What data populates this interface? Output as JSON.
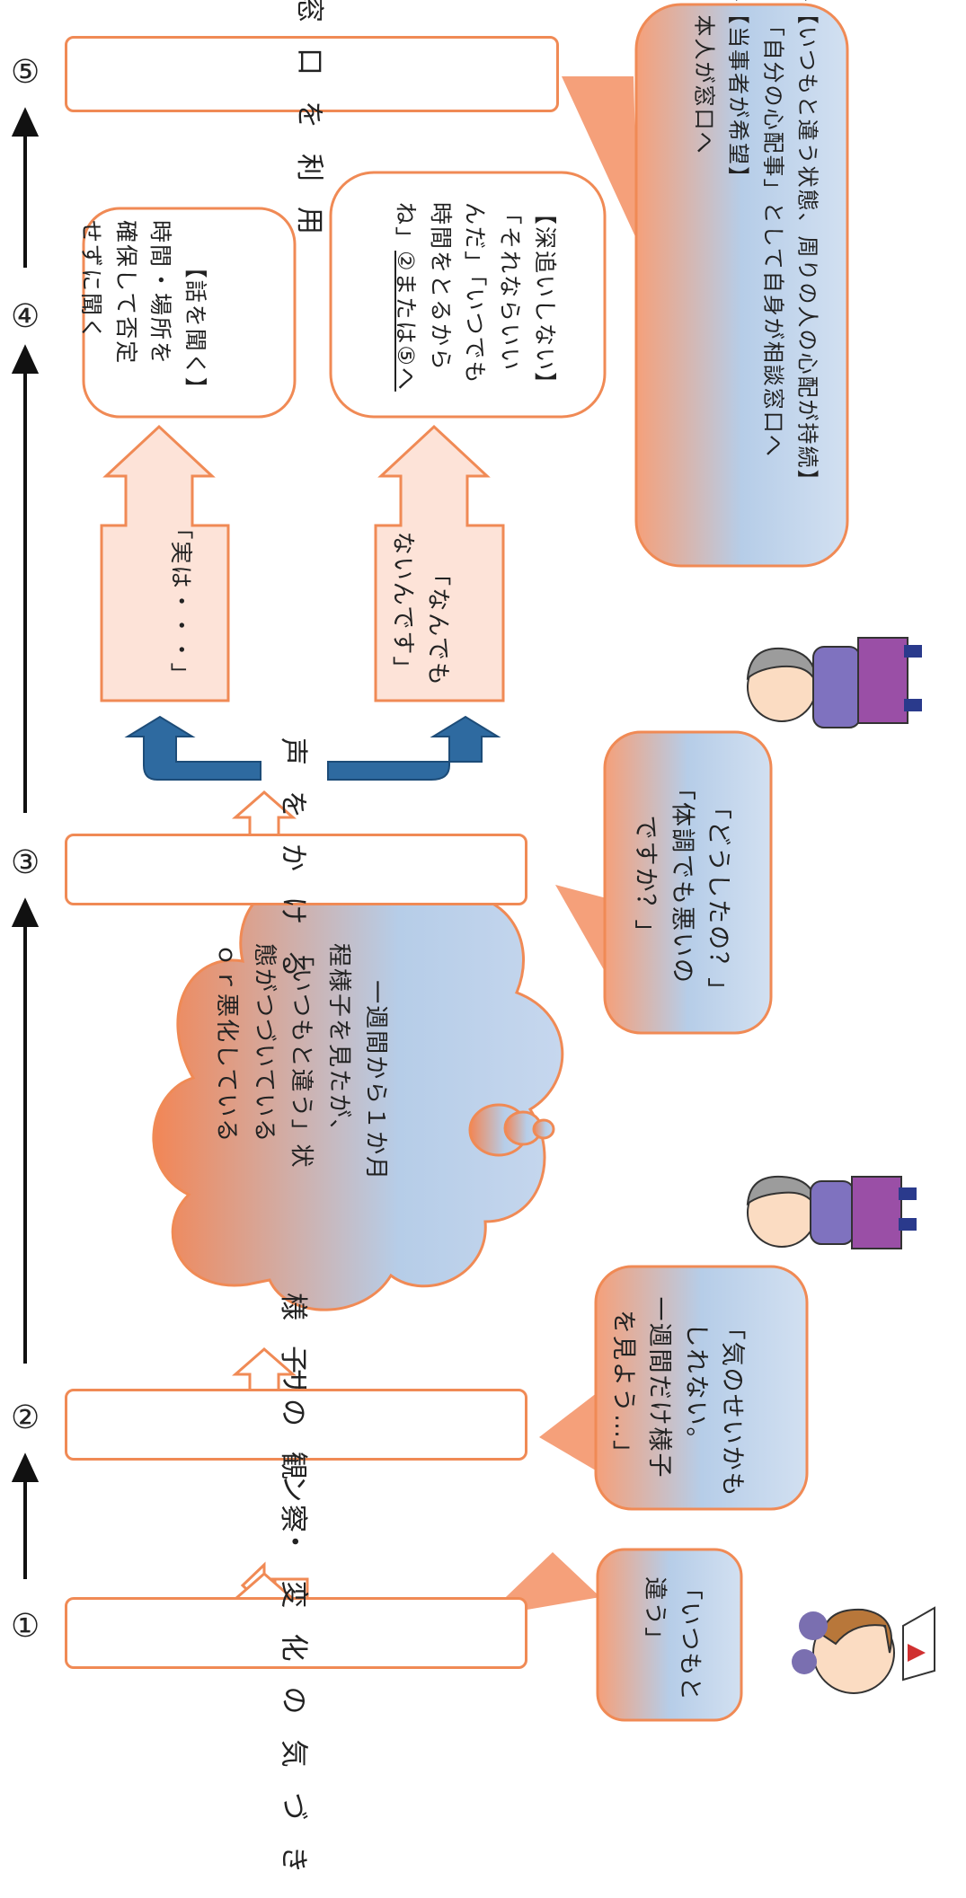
{
  "steps": [
    {
      "num": "①",
      "label": "サイン・変化の気づき"
    },
    {
      "num": "②",
      "label": "様子の観察"
    },
    {
      "num": "③",
      "label": "声をかける"
    },
    {
      "num": "④",
      "label": ""
    },
    {
      "num": "⑤",
      "label": "相談窓口を利用"
    }
  ],
  "speech": {
    "s1": "「いつもと\n違う」",
    "s2": "「気のせいかも\nしれない。\n一週間だけ様子\nを見よう…」",
    "s3": "「どうしたの？」\n「体調でも悪いの\nですか？」"
  },
  "thought": "一週間から１か月\n程様子を見たが、\n「いつもと違う」状\n態がつづいている\nｏｒ悪化している",
  "responses": {
    "yes": "「実は・・・」",
    "no": "「なんでも\nないんです」"
  },
  "step4": {
    "listen": "【話を聞く】\n時間・場所を\n確保して否定\nせずに聞く",
    "no_push_lines": [
      "【深追いしない】",
      "「それならいい",
      "んだ」「いつでも",
      "時間をとるから",
      "ね」"
    ],
    "no_push_tail": "②または⑤へ"
  },
  "step5_note": {
    "line1": "◆【いつもと違う状態、周りの人の心配が持続】",
    "line2": "「自分の心配事」として自身が相談窓口へ",
    "line3": "◆【当事者が希望】",
    "line4": "本人が窓口へ"
  },
  "colors": {
    "orange_border": "#f08a55",
    "orange_fill": "#f5a07a",
    "blue_fill": "#b6cde8",
    "pink_fill": "#fde3d8",
    "arrow_blue": "#2e6aa0"
  }
}
